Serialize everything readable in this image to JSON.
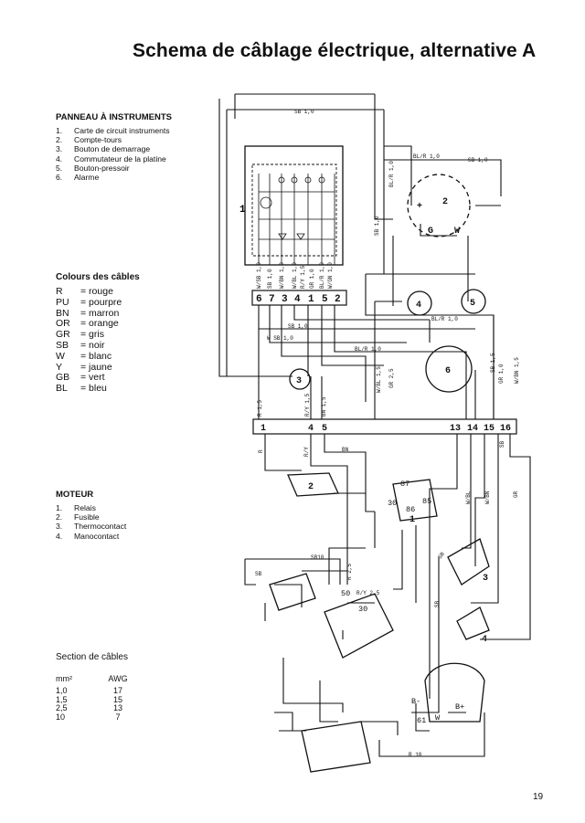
{
  "title": "Schema de câblage électrique, alternative A",
  "panel": {
    "heading": "PANNEAU À INSTRUMENTS",
    "items": [
      {
        "n": "1.",
        "label": "Carte de circuit instruments"
      },
      {
        "n": "2.",
        "label": "Compte-tours"
      },
      {
        "n": "3.",
        "label": "Bouton de demarrage"
      },
      {
        "n": "4.",
        "label": "Commutateur de la platine"
      },
      {
        "n": "5.",
        "label": "Bouton-pressoir"
      },
      {
        "n": "6.",
        "label": "Alarme"
      }
    ]
  },
  "colours": {
    "heading": "Colours des câbles",
    "items": [
      {
        "code": "R",
        "label": "= rouge"
      },
      {
        "code": "PU",
        "label": "= pourpre"
      },
      {
        "code": "BN",
        "label": "= marron"
      },
      {
        "code": "OR",
        "label": "= orange"
      },
      {
        "code": "GR",
        "label": "= gris"
      },
      {
        "code": "SB",
        "label": "= noir"
      },
      {
        "code": "W",
        "label": "= blanc"
      },
      {
        "code": "Y",
        "label": "= jaune"
      },
      {
        "code": "GB",
        "label": "= vert"
      },
      {
        "code": "BL",
        "label": "= bleu"
      }
    ]
  },
  "engine": {
    "heading": "MOTEUR",
    "items": [
      {
        "n": "1.",
        "label": "Relais"
      },
      {
        "n": "2.",
        "label": "Fusible"
      },
      {
        "n": "3.",
        "label": "Thermocontact"
      },
      {
        "n": "4.",
        "label": "Manocontact"
      }
    ]
  },
  "cable_section": {
    "heading": "Section de câbles",
    "col1": "mm²",
    "col2": "AWG",
    "rows": [
      {
        "mm2": "1,0",
        "awg": "17"
      },
      {
        "mm2": "1,5",
        "awg": "15"
      },
      {
        "mm2": "2,5",
        "awg": "13"
      },
      {
        "mm2": "10",
        "awg": "7"
      }
    ]
  },
  "page_number": "19",
  "diagram": {
    "panel_terminals": [
      "6",
      "7",
      "3",
      "4",
      "1",
      "5",
      "2"
    ],
    "panel_wire_labels": [
      "W/SB 1,0",
      "SB 1,0",
      "W/BN 1,0",
      "W/BL 1,0",
      "R/Y 1,5",
      "GR 1,0",
      "BL/R 1,0",
      "W/GN 1,0"
    ],
    "terminal_strip": [
      "1",
      "4",
      "5",
      "13",
      "14",
      "15",
      "16"
    ],
    "component_labels": {
      "board": "1",
      "tachometer": "2",
      "start_button": "3",
      "switch": "4",
      "push_button": "5",
      "alarm": "6",
      "fuse": "2",
      "relay": "1",
      "thermo": "3",
      "mano": "4",
      "tach_g": "G",
      "tach_w": "W",
      "tach_plus": "+",
      "relay_pins": [
        "87",
        "85",
        "86",
        "30"
      ],
      "starter_pins": [
        "50",
        "30"
      ],
      "alt_pins": [
        "B-",
        "B+",
        "61",
        "W"
      ]
    },
    "wire_labels": {
      "top": "SB 1,0",
      "tach_bl_r": "BL/R 1,0",
      "tach_sb": "SB 1,0",
      "tach_left": "BL/R 1,0",
      "tach_down": "SB 1,0",
      "mid_blr": "BL/R 1,0",
      "mid_sb": "SB 1,0",
      "mid_wsb": "W SB 1,0",
      "blr2": "BL/R 1,0",
      "wbl": "W/BL 1,5",
      "gr25": "GR 2,5",
      "gr10": "GR 1,0",
      "wbn15": "W/BN 1,5",
      "sb15": "SB 1,5",
      "r15": "R 1,5",
      "ry15": "R/Y 1,5",
      "bn15": "BN 1,5",
      "r": "R",
      "ry": "R/Y",
      "bn": "BN",
      "sb": "SB",
      "wbl2": "W/BL",
      "wbn2": "W/BN",
      "gr": "GR",
      "sb10": "SB10",
      "r25": "R 2,5",
      "ry25": "R/Y 2,5",
      "sb_a": "SB",
      "sb_b": "SB",
      "sb_c": "SB",
      "r10": "R 10"
    }
  }
}
